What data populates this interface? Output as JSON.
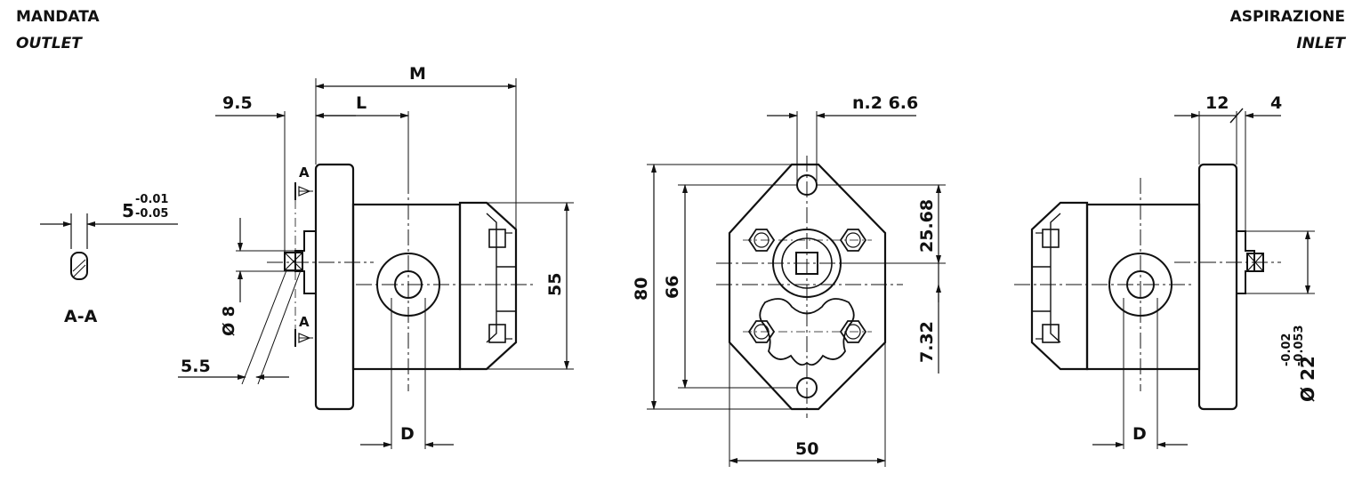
{
  "outlet": {
    "label_it": "MANDATA",
    "label_en": "OUTLET"
  },
  "inlet": {
    "label_it": "ASPIRAZIONE",
    "label_en": "INLET"
  },
  "section_view": {
    "title": "A-A",
    "tol_nominal": "5",
    "tol_upper": "-0.01",
    "tol_lower": "-0.05"
  },
  "side_view_left": {
    "dim_m": "M",
    "dim_l": "L",
    "dim_9_5": "9.5",
    "dim_55": "55",
    "dim_d": "D",
    "dim_dia8": "Ø 8",
    "dim_5_5": "5.5",
    "section_mark_top": "A",
    "section_mark_bottom": "A"
  },
  "front_view": {
    "dim_holes": "n.2  6.6",
    "dim_80": "80",
    "dim_66": "66",
    "dim_25_68": "25.68",
    "dim_7_32": "7.32",
    "dim_50": "50"
  },
  "side_view_right": {
    "dim_12": "12",
    "dim_4": "4",
    "dim_d": "D",
    "dim_dia22": "Ø 22",
    "tol_upper": "-0.02",
    "tol_lower": "-0.053"
  }
}
